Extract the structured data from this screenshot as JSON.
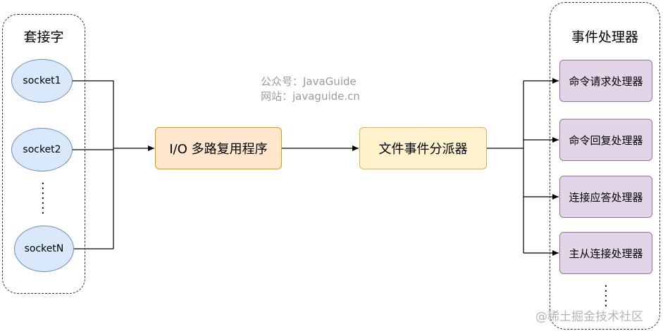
{
  "sockets_group": {
    "title": "套接字",
    "items": [
      "socket1",
      "socket2",
      "socketN"
    ]
  },
  "multiplexer": {
    "label": "I/O 多路复用程序"
  },
  "dispatcher": {
    "label": "文件事件分派器"
  },
  "handlers_group": {
    "title": "事件处理器",
    "items": [
      "命令请求处理器",
      "命令回复处理器",
      "连接应答处理器",
      "主从连接处理器"
    ]
  },
  "watermark": {
    "line1": "公众号：JavaGuide",
    "line2": "网站：javaguide.cn",
    "footer": "@稀土掘金技术社区"
  },
  "colors": {
    "socket_fill": "#dae8fc",
    "socket_stroke": "#6c8ebf",
    "multiplexer_fill": "#ffe6cc",
    "dispatcher_fill": "#fff2cc",
    "handler_fill": "#e1d5e7"
  }
}
